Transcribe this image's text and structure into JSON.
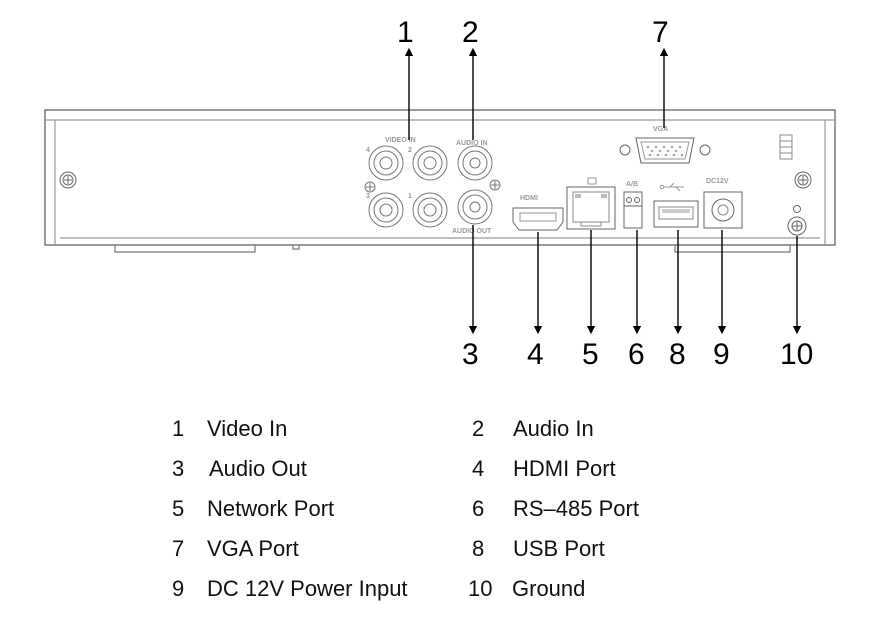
{
  "callouts": [
    "1",
    "2",
    "3",
    "4",
    "5",
    "6",
    "8",
    "9",
    "7",
    "10"
  ],
  "panel_labels": {
    "video_in": "VIDEO IN",
    "audio_in": "AUDIO IN",
    "audio_out": "AUDIO OUT",
    "vga": "VGA",
    "hdmi": "HDMI",
    "rs485": "A/B",
    "dc": "DC12V",
    "ch4": "4",
    "ch3": "3",
    "ch2": "2",
    "ch1": "1"
  },
  "legend": [
    {
      "num": "1",
      "label": "Video In"
    },
    {
      "num": "2",
      "label": "Audio In"
    },
    {
      "num": "3",
      "label": "Audio Out"
    },
    {
      "num": "4",
      "label": "HDMI Port"
    },
    {
      "num": "5",
      "label": "Network Port"
    },
    {
      "num": "6",
      "label": "RS–485 Port"
    },
    {
      "num": "7",
      "label": "VGA Port"
    },
    {
      "num": "8",
      "label": "USB Port"
    },
    {
      "num": "9",
      "label": "DC 12V Power Input"
    },
    {
      "num": "10",
      "label": "Ground"
    }
  ]
}
